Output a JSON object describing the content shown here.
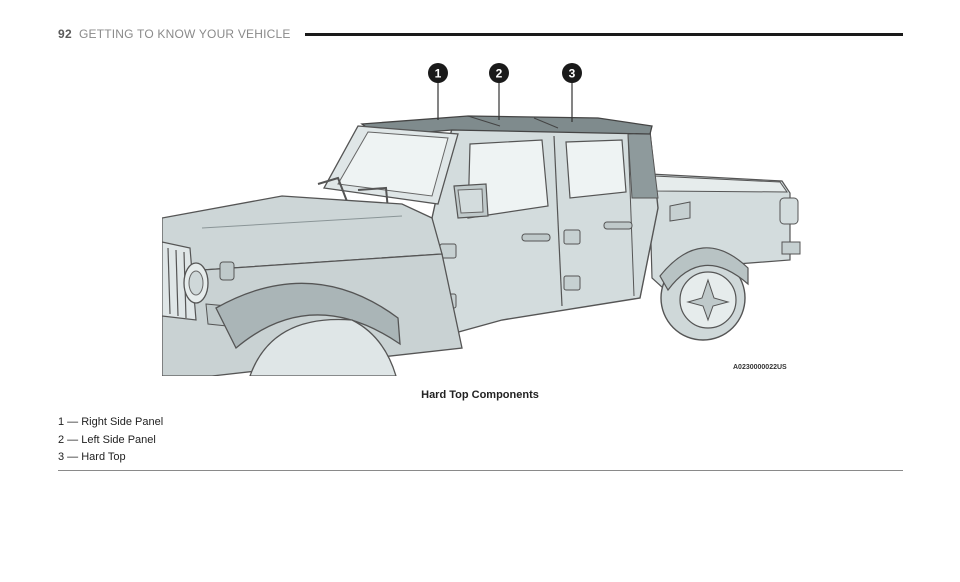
{
  "header": {
    "page_number": "92",
    "section_title": "GETTING TO KNOW YOUR VEHICLE"
  },
  "figure": {
    "callouts": [
      "1",
      "2",
      "3"
    ],
    "image_code": "A0230000022US"
  },
  "caption": "Hard Top Components",
  "legend": [
    "1 — Right Side Panel",
    "2 — Left Side Panel",
    "3 — Hard Top"
  ]
}
